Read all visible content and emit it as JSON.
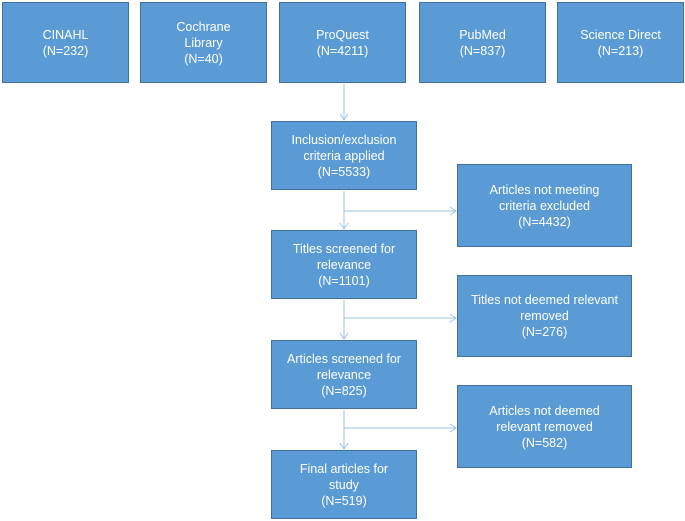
{
  "colors": {
    "box_fill": "#5b9bd5",
    "box_border": "#41719c",
    "box_text": "#ffffff",
    "connector": "#9dc3e6"
  },
  "databases": [
    {
      "id": "cinahl",
      "label": "CINAHL\n(N=232)"
    },
    {
      "id": "cochrane",
      "label": "Cochrane\nLibrary\n(N=40)"
    },
    {
      "id": "proquest",
      "label": "ProQuest\n(N=4211)"
    },
    {
      "id": "pubmed",
      "label": "PubMed\n(N=837)"
    },
    {
      "id": "science-direct",
      "label": "Science Direct\n(N=213)"
    }
  ],
  "steps": [
    {
      "id": "inclusion-criteria",
      "label": "Inclusion/exclusion\ncriteria applied\n(N=5533)"
    },
    {
      "id": "titles-screened",
      "label": "Titles screened for\nrelevance\n(N=1101)"
    },
    {
      "id": "articles-screened",
      "label": "Articles screened for\nrelevance\n(N=825)"
    },
    {
      "id": "final-articles",
      "label": "Final articles for\nstudy\n(N=519)"
    }
  ],
  "exclusions": [
    {
      "id": "criteria-excluded",
      "label": "Articles not meeting\ncriteria excluded\n(N=4432)"
    },
    {
      "id": "titles-removed",
      "label": "Titles not deemed relevant\nremoved\n(N=276)"
    },
    {
      "id": "articles-removed",
      "label": "Articles not deemed\nrelevant removed\n(N=582)"
    }
  ]
}
